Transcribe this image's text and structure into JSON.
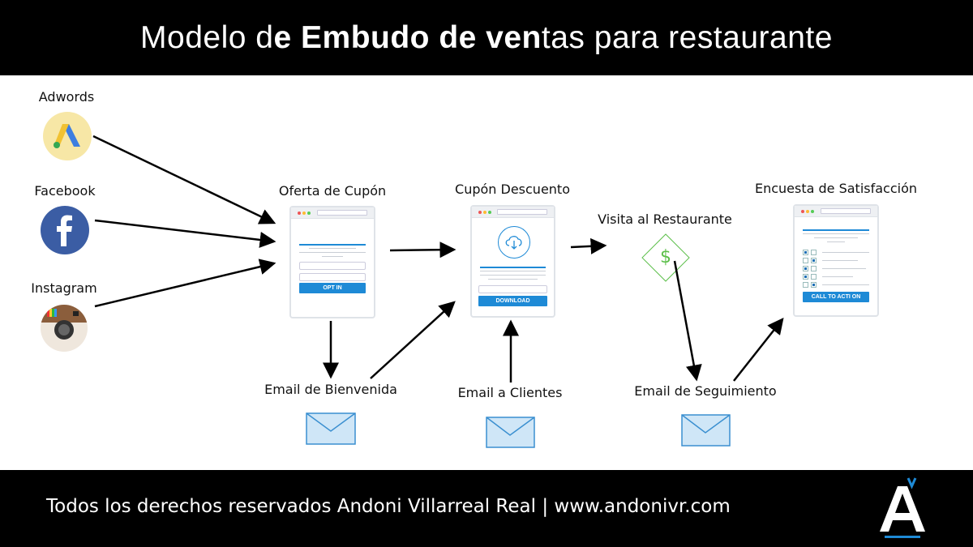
{
  "header": {
    "title_part1": "Modelo d",
    "title_bold": "e Embudo de ven",
    "title_part2": "tas para restaurante"
  },
  "sources": [
    {
      "label": "Adwords",
      "icon": "adwords-icon"
    },
    {
      "label": "Facebook",
      "icon": "facebook-icon"
    },
    {
      "label": "Instagram",
      "icon": "instagram-icon"
    }
  ],
  "steps": {
    "oferta": {
      "label": "Oferta de Cupón",
      "button": "OPT IN"
    },
    "cupon": {
      "label": "Cupón Descuento",
      "button": "DOWNLOAD"
    },
    "visita": {
      "label": "Visita al Restaurante",
      "symbol": "$"
    },
    "encuesta": {
      "label": "Encuesta de Satisfacción",
      "button": "CALL TO ACTI ON"
    }
  },
  "emails": [
    {
      "label": "Email de Bienvenida"
    },
    {
      "label": "Email a Clientes"
    },
    {
      "label": "Email de Seguimiento"
    }
  ],
  "footer": {
    "text": "Todos los derechos reservados Andoni Villarreal Real |  www.andonivr.com",
    "logo": "A"
  },
  "colors": {
    "accent": "#1e8ad6",
    "green": "#5cbf4a",
    "envelope": "#cfe6f7"
  }
}
